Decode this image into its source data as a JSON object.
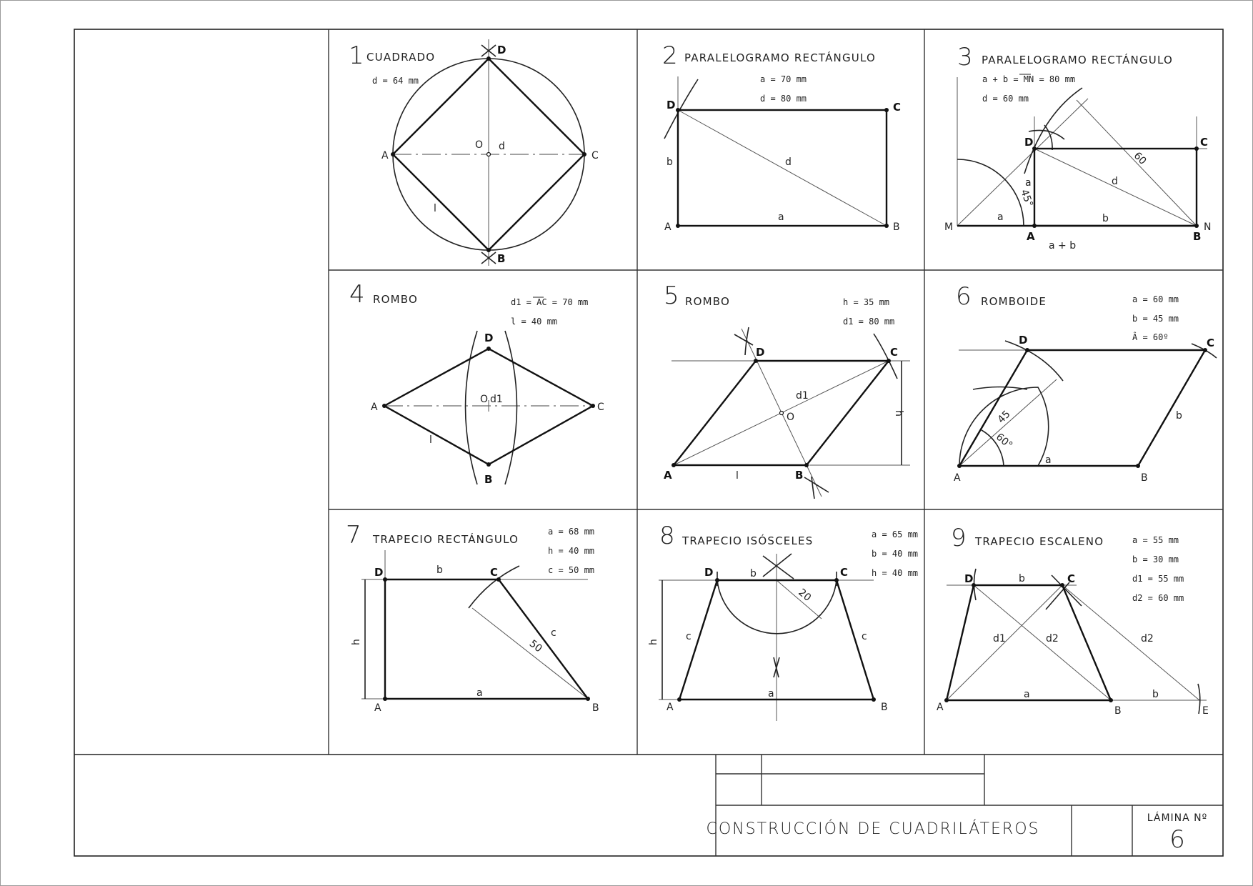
{
  "sheet": {
    "title": "CONSTRUCCIÓN DE CUADRILÁTEROS",
    "plate_label": "LÁMINA Nº",
    "plate_number": "6"
  },
  "exercises": [
    {
      "number": "1",
      "title": "CUADRADO",
      "data": [
        "d = 64 mm"
      ],
      "labels": {
        "A": "A",
        "B": "B",
        "C": "C",
        "D": "D",
        "O": "O",
        "d": "d",
        "l": "l"
      }
    },
    {
      "number": "2",
      "title": "PARALELOGRAMO RECTÁNGULO",
      "data": [
        "a = 70 mm",
        "d = 80 mm"
      ],
      "labels": {
        "A": "A",
        "B": "B",
        "C": "C",
        "D": "D",
        "a": "a",
        "b": "b",
        "d": "d"
      }
    },
    {
      "number": "3",
      "title": "PARALELOGRAMO RECTÁNGULO",
      "data": [
        "a + b = MN = 80 mm",
        "d = 60 mm"
      ],
      "labels": {
        "A": "A",
        "B": "B",
        "C": "C",
        "D": "D",
        "M": "M",
        "N": "N",
        "a1": "a",
        "a2": "a",
        "b": "b",
        "d": "d",
        "sum": "a + b",
        "angle": "45°",
        "dim": "60"
      }
    },
    {
      "number": "4",
      "title": "ROMBO",
      "data": [
        "d1 = AC = 70 mm",
        "l = 40 mm"
      ],
      "labels": {
        "A": "A",
        "B": "B",
        "C": "C",
        "D": "D",
        "O": "O",
        "d1": "d1",
        "l": "l"
      }
    },
    {
      "number": "5",
      "title": "ROMBO",
      "data": [
        "h = 35 mm",
        "d1 = 80 mm"
      ],
      "labels": {
        "A": "A",
        "B": "B",
        "C": "C",
        "D": "D",
        "O": "O",
        "d1": "d1",
        "l": "l",
        "h": "h"
      }
    },
    {
      "number": "6",
      "title": "ROMBOIDE",
      "data": [
        "a = 60 mm",
        "b = 45 mm",
        "Â = 60º"
      ],
      "labels": {
        "A": "A",
        "B": "B",
        "C": "C",
        "D": "D",
        "a": "a",
        "b": "b",
        "dim": "45",
        "angle": "60°"
      }
    },
    {
      "number": "7",
      "title": "TRAPECIO RECTÁNGULO",
      "data": [
        "a = 68 mm",
        "h = 40 mm",
        "c = 50 mm"
      ],
      "labels": {
        "A": "A",
        "B": "B",
        "C": "C",
        "D": "D",
        "a": "a",
        "b": "b",
        "c": "c",
        "h": "h",
        "dim": "50"
      }
    },
    {
      "number": "8",
      "title": "TRAPECIO ISÓSCELES",
      "data": [
        "a = 65 mm",
        "b = 40 mm",
        "h = 40 mm"
      ],
      "labels": {
        "A": "A",
        "B": "B",
        "C": "C",
        "D": "D",
        "a": "a",
        "b": "b",
        "c1": "c",
        "c2": "c",
        "h": "h",
        "dim": "20"
      }
    },
    {
      "number": "9",
      "title": "TRAPECIO ESCALENO",
      "data": [
        "a = 55 mm",
        "b = 30 mm",
        "d1 = 55 mm",
        "d2 = 60 mm"
      ],
      "labels": {
        "A": "A",
        "B": "B",
        "C": "C",
        "D": "D",
        "E": "E",
        "a": "a",
        "b1": "b",
        "b2": "b",
        "d1": "d1",
        "d2a": "d2",
        "d2b": "d2"
      }
    }
  ]
}
